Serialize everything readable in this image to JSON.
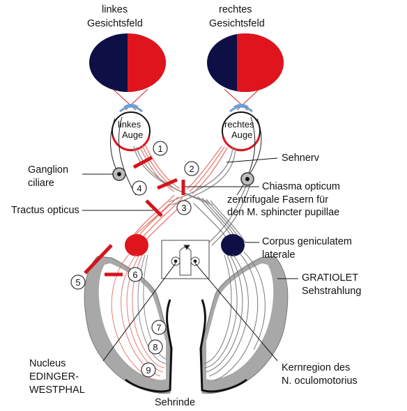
{
  "labels": {
    "left_field_1": "linkes",
    "left_field_2": "Gesichtsfeld",
    "right_field_1": "rechtes",
    "right_field_2": "Gesichtsfeld",
    "left_eye_1": "linkes",
    "left_eye_2": "Auge",
    "right_eye_1": "rechtes",
    "right_eye_2": "Auge",
    "sehnerv": "Sehnerv",
    "ganglion_1": "Ganglion",
    "ganglion_2": "ciliare",
    "chiasma": "Chiasma opticum",
    "zentrifugal_1": "zentrifugale Fasern für",
    "zentrifugal_2": "den M. sphincter pupillae",
    "tractus": "Tractus opticus",
    "corpus_1": "Corpus geniculatem",
    "corpus_2": "laterale",
    "gratiolet_1": "GRATIOLET",
    "gratiolet_2": "Sehstrahlung",
    "nucleus_1": "Nucleus",
    "nucleus_2": "EDINGER-",
    "nucleus_3": "WESTPHAL",
    "kernregion_1": "Kernregion des",
    "kernregion_2": "N. oculomotorius",
    "sehrinde": "Sehrinde"
  },
  "lesion_numbers": [
    "1",
    "2",
    "3",
    "4",
    "5",
    "6",
    "7",
    "8",
    "9"
  ],
  "colors": {
    "navy": "#0e0f45",
    "red": "#e0141c",
    "fiber_red": "#e87a72",
    "fiber_gray": "#8a8a8a",
    "cortex": "#a8a8a8",
    "blue_accent": "#6aa0d8"
  }
}
